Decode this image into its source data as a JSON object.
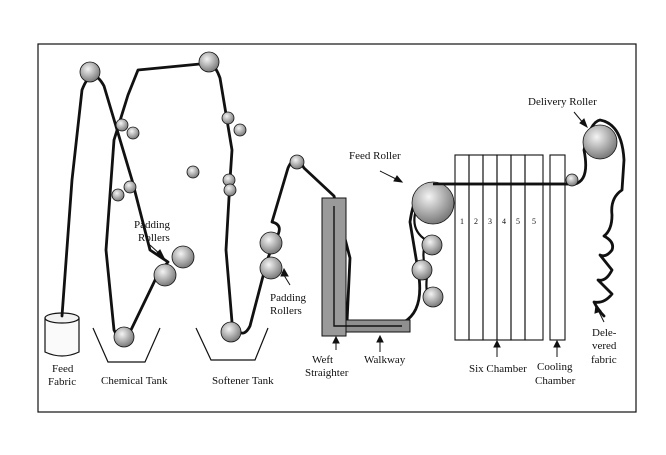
{
  "labels": {
    "feed_fabric_1": "Feed",
    "feed_fabric_2": "Fabric",
    "chemical_tank": "Chemical Tank",
    "padding_rollers_left_1": "Padding",
    "padding_rollers_left_2": "Rollers",
    "softener_tank": "Softener Tank",
    "padding_rollers_right_1": "Padding",
    "padding_rollers_right_2": "Rollers",
    "weft_straighter_1": "Weft",
    "weft_straighter_2": "Straighter",
    "walkway": "Walkway",
    "feed_roller": "Feed Roller",
    "six_chamber": "Six Chamber",
    "cooling_chamber_1": "Cooling",
    "cooling_chamber_2": "Chamber",
    "delivery_roller": "Delivery Roller",
    "delivered_fabric_1": "Dele-",
    "delivered_fabric_2": "vered",
    "delivered_fabric_3": "fabric"
  },
  "chamber_numbers": [
    "1",
    "2",
    "3",
    "4",
    "5",
    "5"
  ],
  "colors": {
    "line": "#111111",
    "roller_light": "#f2f2f2",
    "roller_dark": "#8a8a8a",
    "straighter_fill": "#9a9a9a"
  }
}
